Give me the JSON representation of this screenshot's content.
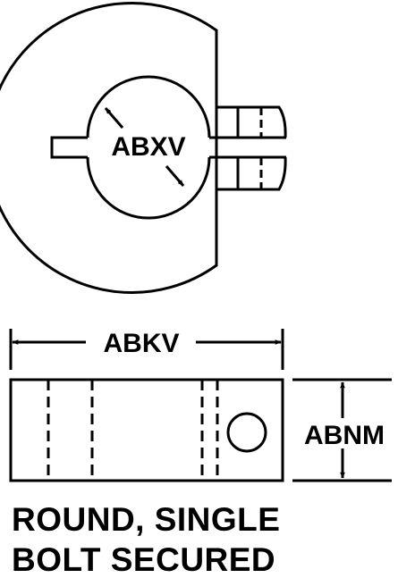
{
  "drawing": {
    "dimensions": {
      "bore_diameter": "ABXV",
      "overall_length": "ABKV",
      "height": "ABNM"
    }
  },
  "caption": {
    "line1": "ROUND, SINGLE",
    "line2": "BOLT SECURED"
  },
  "colors": {
    "line": "#000000",
    "background": "#ffffff"
  }
}
